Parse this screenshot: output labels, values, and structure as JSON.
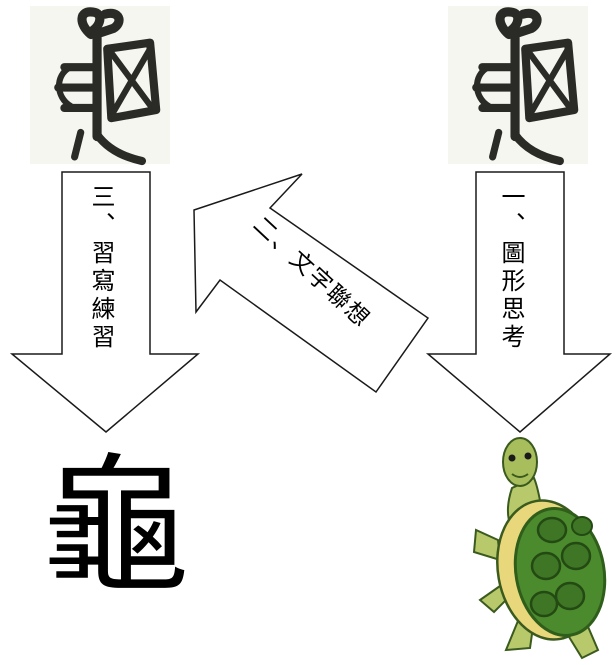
{
  "arrows": {
    "practice": {
      "label": "三、習寫練習",
      "direction": "down"
    },
    "association": {
      "label": "二、文字聯想",
      "direction": "up-left"
    },
    "observation": {
      "label": "一、圖形思考",
      "direction": "down"
    }
  },
  "modern_character": "龜",
  "images": {
    "ancient_glyph_left": "seal-script-turtle",
    "ancient_glyph_right": "seal-script-turtle",
    "turtle_drawing": "turtle-illustration"
  },
  "colors": {
    "ink": "#000000",
    "ancient_glyph": "#2a2a26",
    "turtle_shell": "#4c8a2e",
    "turtle_shell_dark": "#2f5e1b",
    "turtle_skin": "#b7c96a",
    "turtle_belly": "#e9d77c"
  }
}
